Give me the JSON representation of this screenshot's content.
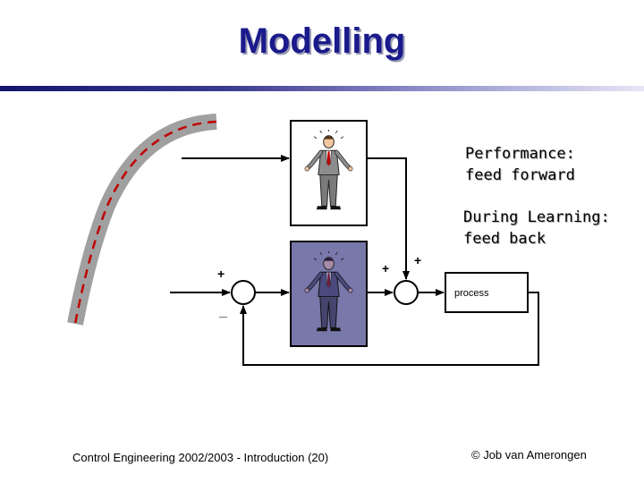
{
  "title": "Modelling",
  "notes": {
    "performance_line1": "Performance:",
    "performance_line2": "feed forward",
    "learning_line1": "During Learning:",
    "learning_line2": "feed back"
  },
  "diagram": {
    "process_label": "process",
    "sum1_plus": "+",
    "sum1_minus": "_",
    "sum2_plus_left": "+",
    "sum2_plus_top": "+"
  },
  "footer": {
    "left": "Control Engineering 2002/2003 - Introduction  (20)",
    "right": "© Job van Amerongen"
  },
  "colors": {
    "title": "#1a1a8c",
    "controller_fill": "#7878aa",
    "road_gray": "#a0a0a0",
    "road_dash": "#c00000"
  },
  "icons": {
    "person_figure": "person-figure-icon"
  }
}
